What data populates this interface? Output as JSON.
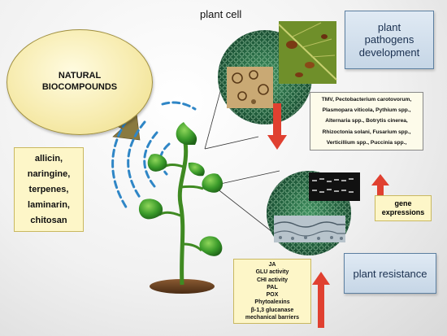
{
  "diagram": {
    "title": "plant cell",
    "natural_biocompounds": [
      "NATURAL",
      "BIOCOMPOUNDS"
    ],
    "compounds": [
      "allicin,",
      "naringine,",
      "terpenes,",
      "laminarin,",
      "chitosan"
    ],
    "pathogens_box": [
      "plant",
      "pathogens",
      "development"
    ],
    "pathogen_lines": [
      "TMV, Pectobacterium carotovorum,",
      "Plasmopara viticola, Pythium spp.,",
      "Alternaria spp., Botrytis cinerea,",
      "Rhizoctonia solani, Fusarium spp.,",
      "Verticillium spp., Puccinia spp.,"
    ],
    "gene_box": [
      "gene",
      "expressions"
    ],
    "defense_items": [
      "JA",
      "GLU activity",
      "CHI activity",
      "PAL",
      "POX",
      "Phytoalexins",
      "β-1,3 glucanase",
      "mechanical barriers"
    ],
    "resistance_box": "plant resistance",
    "colors": {
      "ellipse_fill": "#f7ecb0",
      "box_fill": "#fdf6c8",
      "blue_box": "#c6d6e6",
      "red_arrow": "#e04030",
      "wave_blue": "#2f86c6",
      "leaf_green": "#3a9a2a",
      "olive_arrow": "#8a7a40"
    }
  }
}
